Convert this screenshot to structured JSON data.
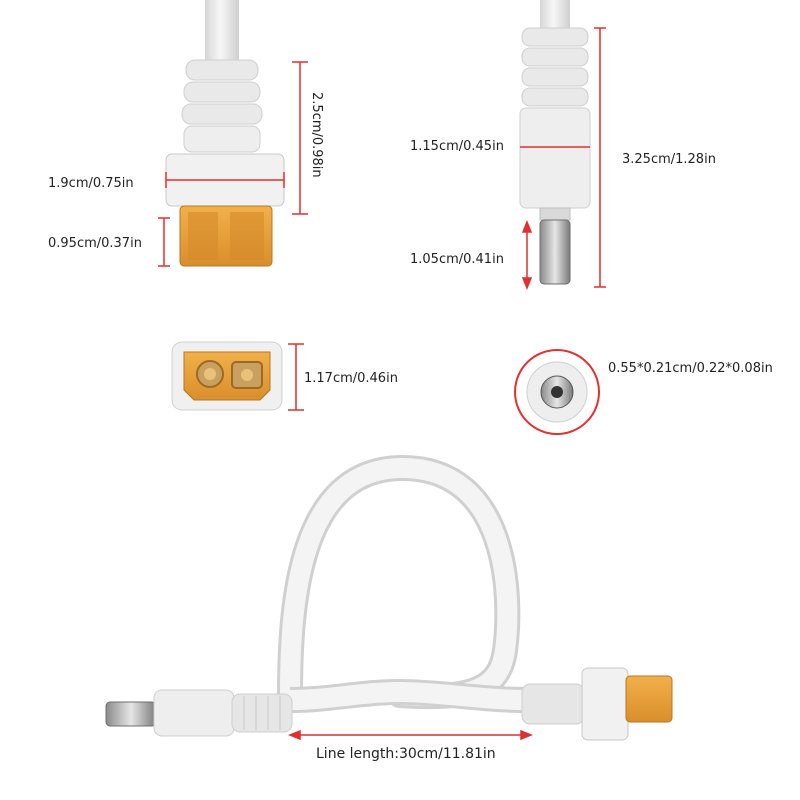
{
  "dimensions": {
    "plug_width": "1.9cm/0.75in",
    "plug_height": "2.5cm/0.98in",
    "xt60_depth": "0.95cm/0.37in",
    "xt60_face_height": "1.17cm/0.46in",
    "dc_body_diameter": "1.15cm/0.45in",
    "dc_length": "3.25cm/1.28in",
    "dc_pin_length": "1.05cm/0.41in",
    "dc_size": "0.55*0.21cm/0.22*0.08in",
    "line_length": "Line length:30cm/11.81in"
  },
  "colors": {
    "measure_line": "#e03030",
    "cable_white": "#ececec",
    "connector_orange": "#e8a23a"
  }
}
